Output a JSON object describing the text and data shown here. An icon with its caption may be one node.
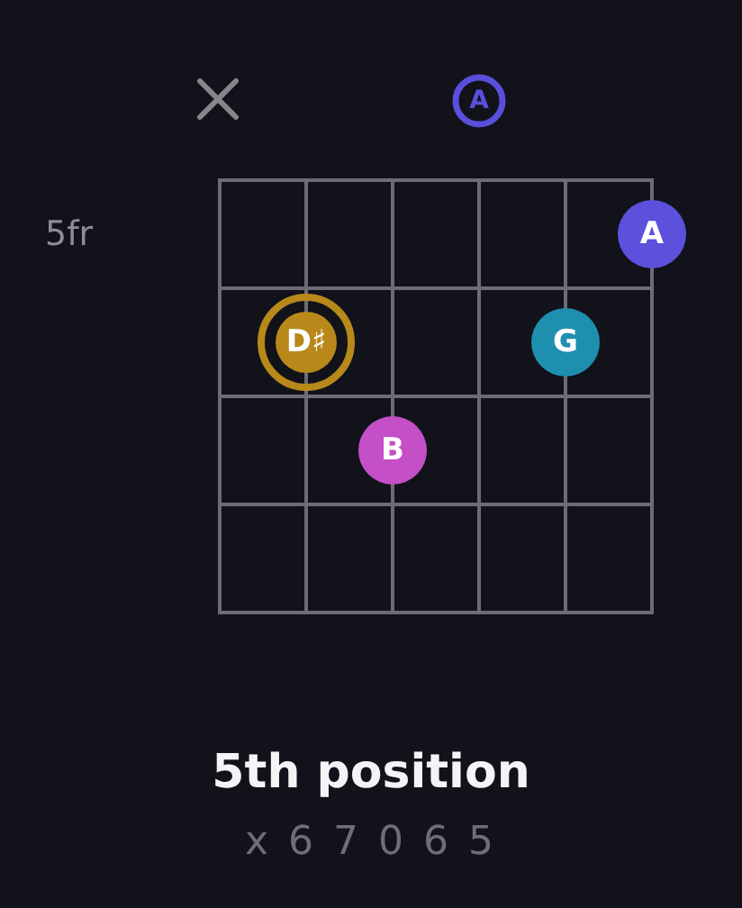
{
  "diagram": {
    "title": "5th position",
    "caption": "x 6 7 0 6 5",
    "nodes": [
      {
        "text": [
          "A"
        ]
      },
      {
        "text": [
          "A"
        ]
      },
      {
        "text": [
          "D♯"
        ]
      },
      {
        "text": [
          "G"
        ]
      },
      {
        "text": [
          "B"
        ]
      }
    ],
    "labels": [
      "5fr"
    ]
  }
}
